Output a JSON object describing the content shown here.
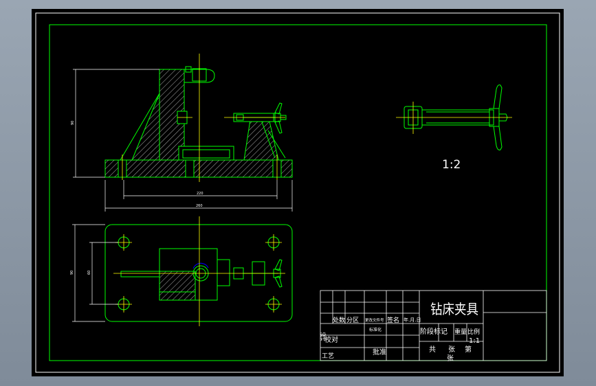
{
  "drawing": {
    "title": "钻床夹具",
    "scale_detail": "1:2",
    "title_block": {
      "col_label_1": "处数",
      "col_label_2": "分区",
      "col_label_3": "更改文件号",
      "col_label_4": "签名",
      "col_label_5": "年.月.日",
      "label_design": "设计",
      "label_check": "校对",
      "label_process": "工艺",
      "label_standard": "标准化",
      "label_approve": "批准",
      "label_stage": "阶段标记",
      "label_weight": "重量",
      "label_ratio": "比例",
      "ratio_value": "1:1",
      "label_total": "共",
      "label_sheet": "张",
      "label_no": "第",
      "label_sheet2": "张"
    },
    "dims": {
      "height": "90",
      "inner_width": "220",
      "total_width": "260",
      "plan_outer": "90",
      "plan_inner": "60"
    }
  },
  "colors": {
    "background": "#000000",
    "outline": "#00ff00",
    "centerline": "#ffff00",
    "dimension": "#ffffff",
    "hatch": "#ffffff",
    "accent": "#0000ff"
  }
}
